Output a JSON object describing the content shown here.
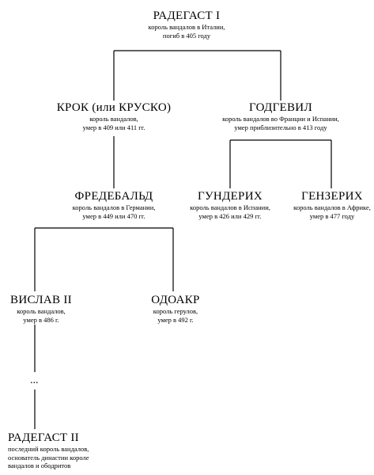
{
  "nodes": {
    "radegast1": {
      "name": "РАДЕГАСТ I",
      "desc": [
        "король вандалов в Италии,",
        "погиб в 405 году"
      ]
    },
    "krok": {
      "name": "КРОК (или КРУСКО)",
      "desc": [
        "король вандалов,",
        "умер в 409 или 411 гг."
      ]
    },
    "godgevil": {
      "name": "ГОДГЕВИЛ",
      "desc": [
        "король вандалов во Франции и Испании,",
        "умер приблизительно в 413 году"
      ]
    },
    "fredebald": {
      "name": "ФРЕДЕБАЛЬД",
      "desc": [
        "король вандалов в Германии,",
        "умер в 449 или 470 гг."
      ]
    },
    "gunderih": {
      "name": "ГУНДЕРИХ",
      "desc": [
        "король вандалов в Испании,",
        "умер в 426 или 429 гг."
      ]
    },
    "genzerih": {
      "name": "ГЕНЗЕРИХ",
      "desc": [
        "король вандалов в Африке,",
        "умер в 477 году"
      ]
    },
    "vislav2": {
      "name": "ВИСЛАВ II",
      "desc": [
        "король вандалов,",
        "умер в 486 г."
      ]
    },
    "odoakr": {
      "name": "ОДОАКР",
      "desc": [
        "король герулов,",
        "умер в 492 г."
      ]
    },
    "radegast2": {
      "name": "РАДЕГАСТ II",
      "desc": [
        "последний король вандалов,",
        "основатель династии короле",
        "вандалов и ободритов"
      ]
    }
  },
  "ellipsis": "..."
}
